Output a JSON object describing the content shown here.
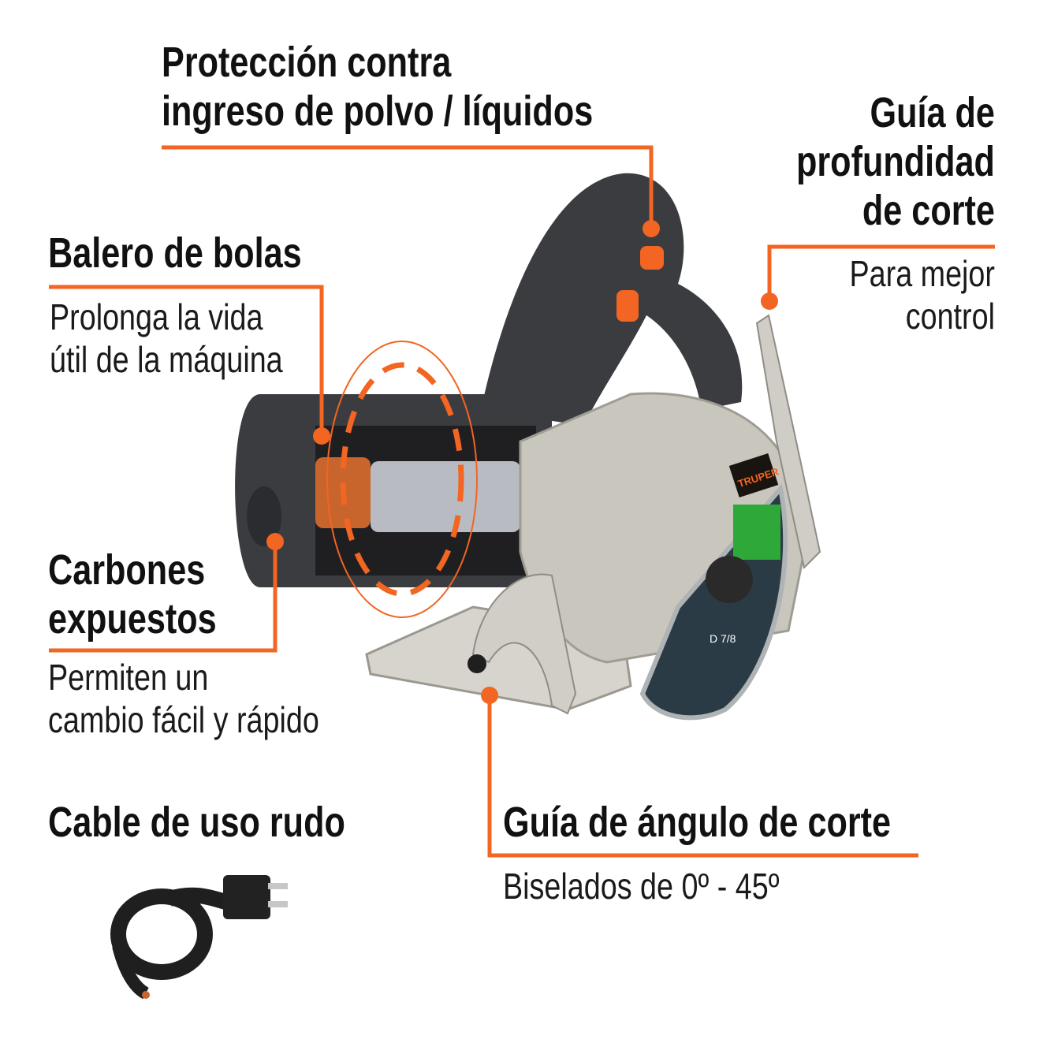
{
  "colors": {
    "accent": "#f26522",
    "body_dark": "#3a3c40",
    "housing": "#c9c7bd",
    "blade": "#2b3b46",
    "label_green": "#2fa83a"
  },
  "features": [
    {
      "title_lines": [
        "Protección contra",
        "ingreso de polvo / líquidos"
      ]
    },
    {
      "title_lines": [
        "Guía de",
        "profundidad",
        "de corte"
      ],
      "subtitle_lines": [
        "Para mejor",
        "control"
      ]
    },
    {
      "title_lines": [
        "Balero de bolas"
      ],
      "subtitle_lines": [
        "Prolonga la vida",
        "útil de la máquina"
      ]
    },
    {
      "title_lines": [
        "Carbones",
        "expuestos"
      ],
      "subtitle_lines": [
        "Permiten un",
        "cambio fácil y rápido"
      ]
    },
    {
      "title_lines": [
        "Cable de uso rudo"
      ]
    },
    {
      "title_lines": [
        "Guía de ángulo de corte"
      ],
      "subtitle_lines": [
        "Biselados de 0º - 45º"
      ]
    }
  ],
  "product": {
    "brand_logo": "TRUPER",
    "blade_size": "D 7/8"
  }
}
